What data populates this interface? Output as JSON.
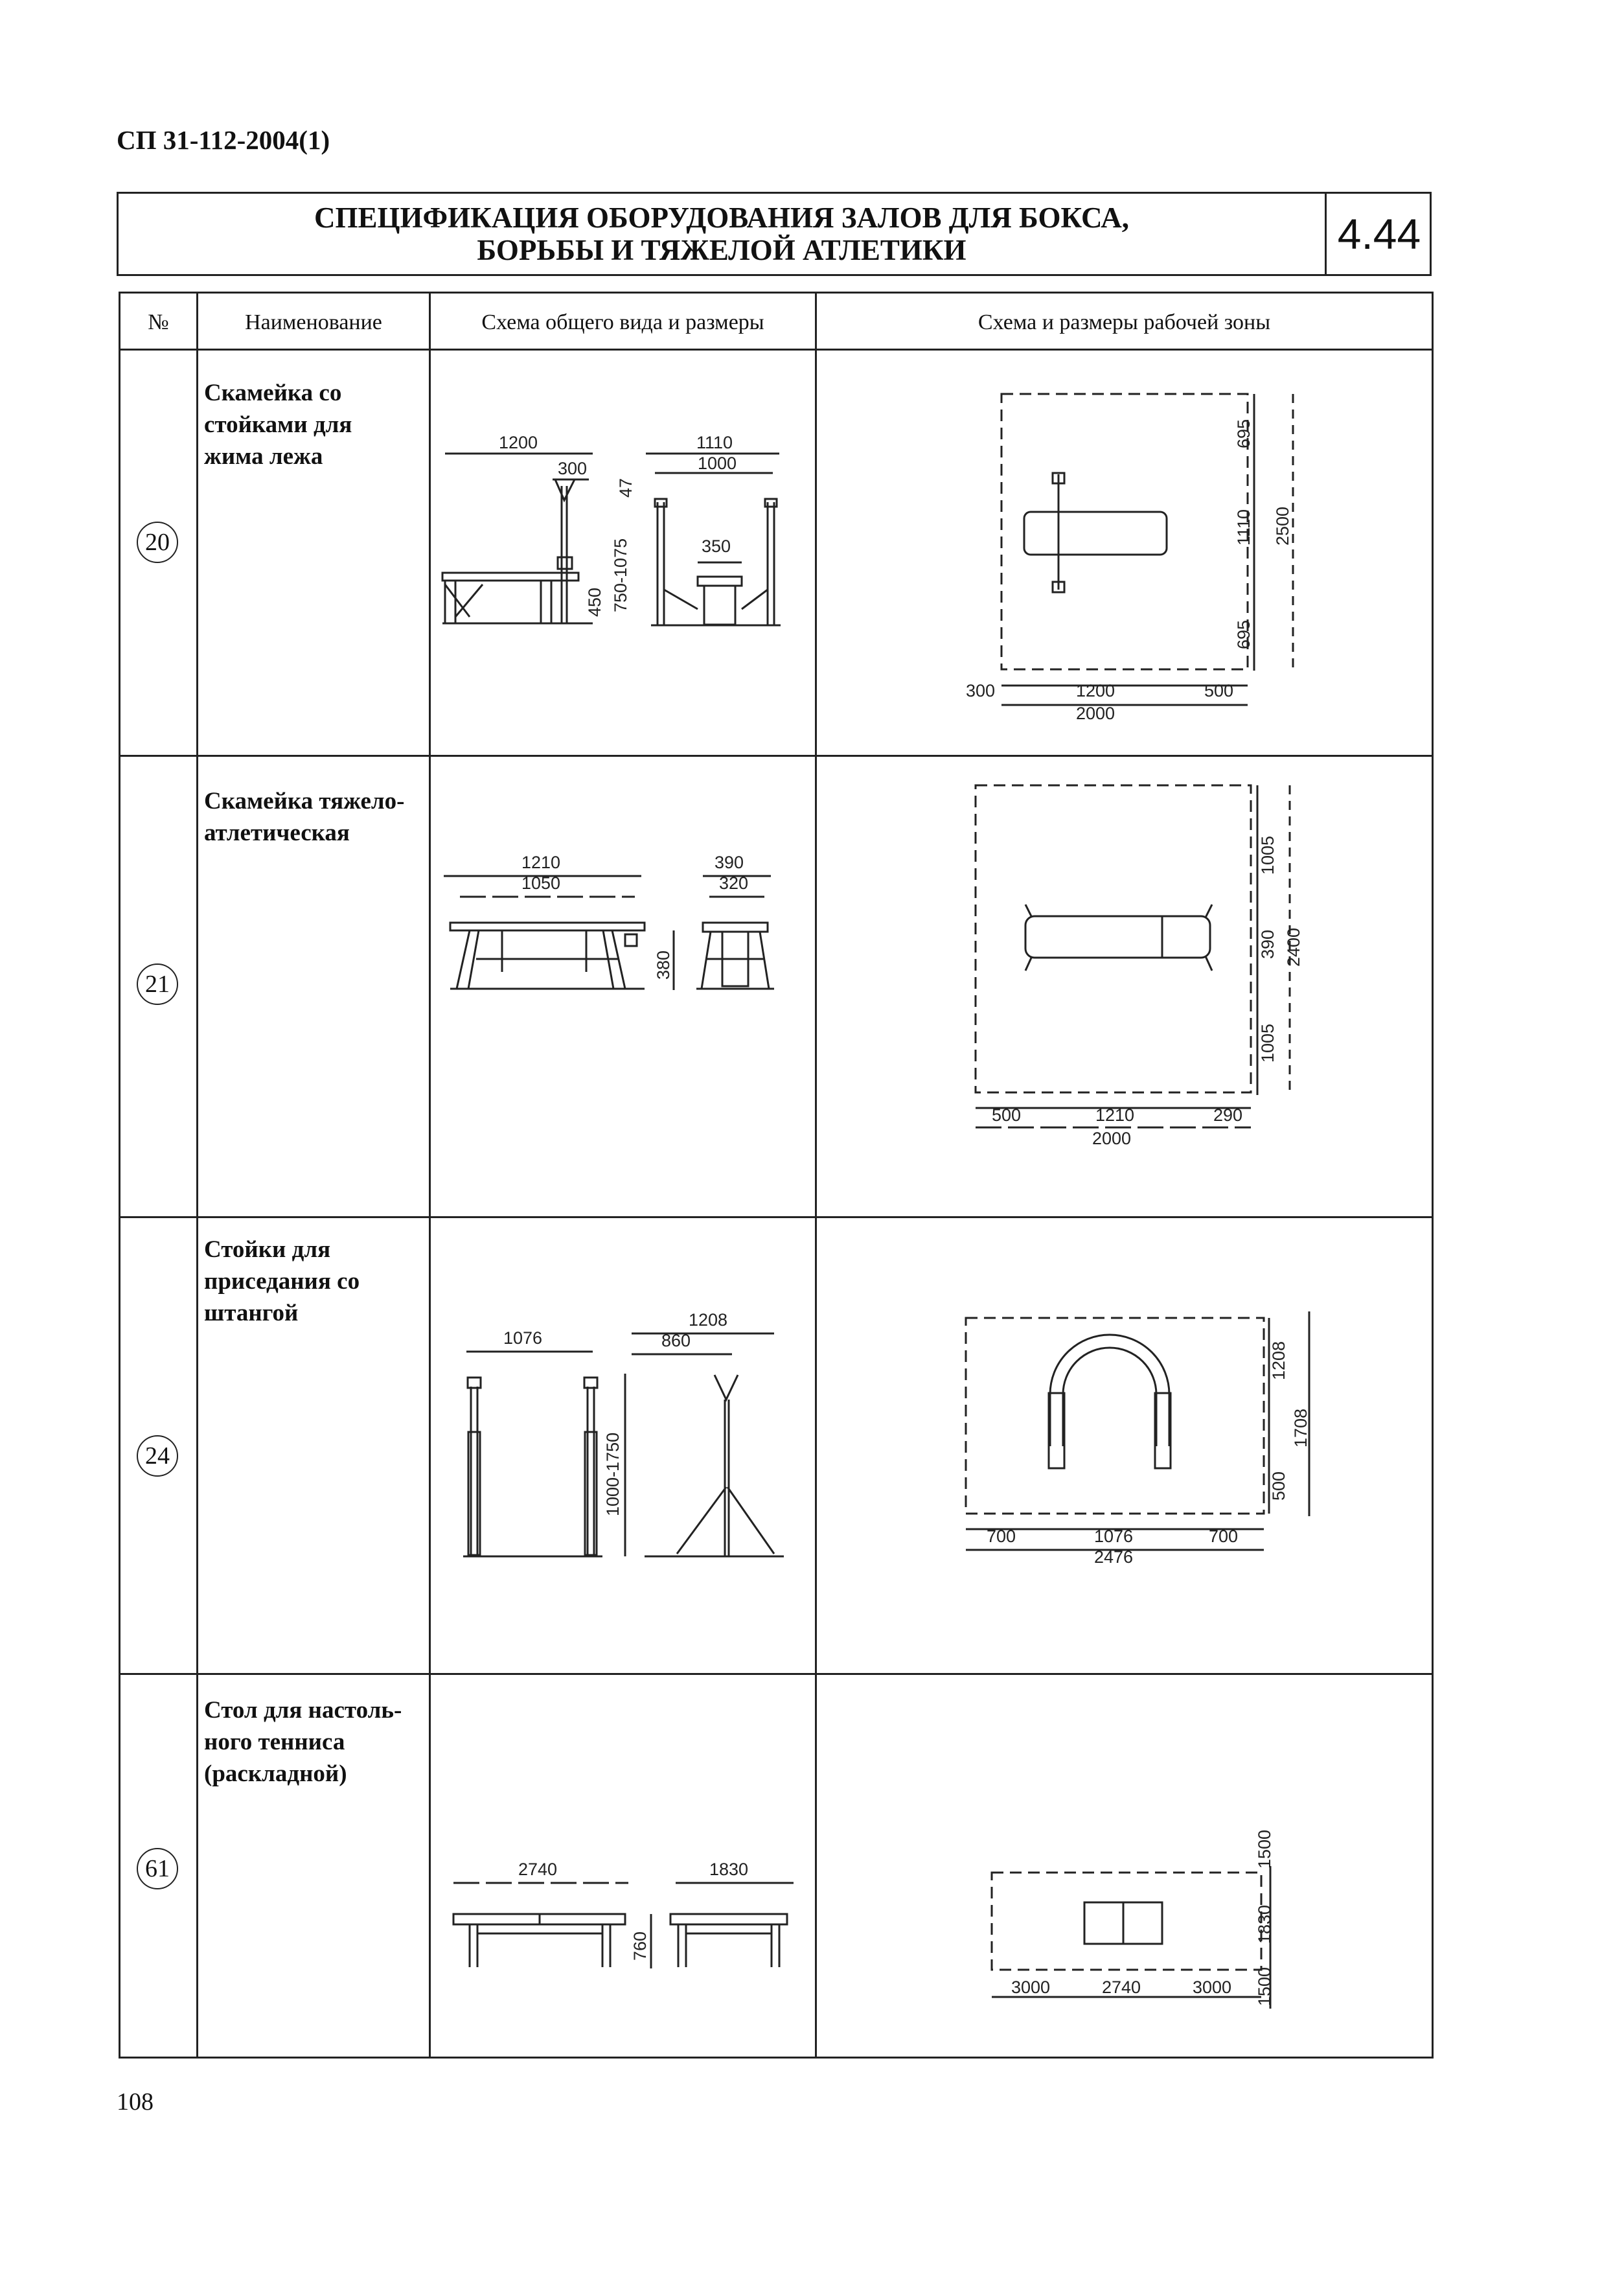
{
  "doc_code": "СП 31-112-2004(1)",
  "title_line1": "СПЕЦИФИКАЦИЯ ОБОРУДОВАНИЯ ЗАЛОВ ДЛЯ БОКСА,",
  "title_line2": "БОРЬБЫ И ТЯЖЕЛОЙ АТЛЕТИКИ",
  "title_number": "4.44",
  "columns": {
    "no": "№",
    "name": "Наименование",
    "general": "Схема общего вида и размеры",
    "workzone": "Схема и размеры рабочей зоны"
  },
  "rows": [
    {
      "no": "20",
      "name_lines": [
        "Скамейка со",
        "стойками для",
        "жима лежа"
      ],
      "general": {
        "d1200": "1200",
        "d300": "300",
        "d47": "47",
        "d450": "450",
        "d750": "750-1075",
        "d1110": "1110",
        "d1000": "1000",
        "d350": "350"
      },
      "zone": {
        "d695a": "695",
        "d1110": "1110",
        "d2500": "2500",
        "d695b": "695",
        "d300": "300",
        "d1200": "1200",
        "d500": "500",
        "d2000": "2000"
      }
    },
    {
      "no": "21",
      "name_lines": [
        "Скамейка тяжело-",
        "атлетическая"
      ],
      "general": {
        "d1210": "1210",
        "d1050": "1050",
        "d390": "390",
        "d320": "320",
        "d380": "380"
      },
      "zone": {
        "d1005a": "1005",
        "d390": "390",
        "d2400": "2400",
        "d1005b": "1005",
        "d500": "500",
        "d1210": "1210",
        "d290": "290",
        "d2000": "2000"
      }
    },
    {
      "no": "24",
      "name_lines": [
        "Стойки для",
        "приседания со",
        "штангой"
      ],
      "general": {
        "d1076": "1076",
        "d1208": "1208",
        "d860": "860",
        "d1000": "1000-1750"
      },
      "zone": {
        "d1208": "1208",
        "d1708": "1708",
        "d500": "500",
        "d700a": "700",
        "d1076": "1076",
        "d700b": "700",
        "d2476": "2476"
      }
    },
    {
      "no": "61",
      "name_lines": [
        "Стол для настоль-",
        "ного тенниса",
        "(раскладной)"
      ],
      "general": {
        "d2740": "2740",
        "d1830": "1830",
        "d760": "760"
      },
      "zone": {
        "d1500a": "1500",
        "d1830": "1830",
        "d1500b": "1500",
        "d3000a": "3000",
        "d2740": "2740",
        "d3000b": "3000"
      }
    }
  ],
  "page_number": "108"
}
